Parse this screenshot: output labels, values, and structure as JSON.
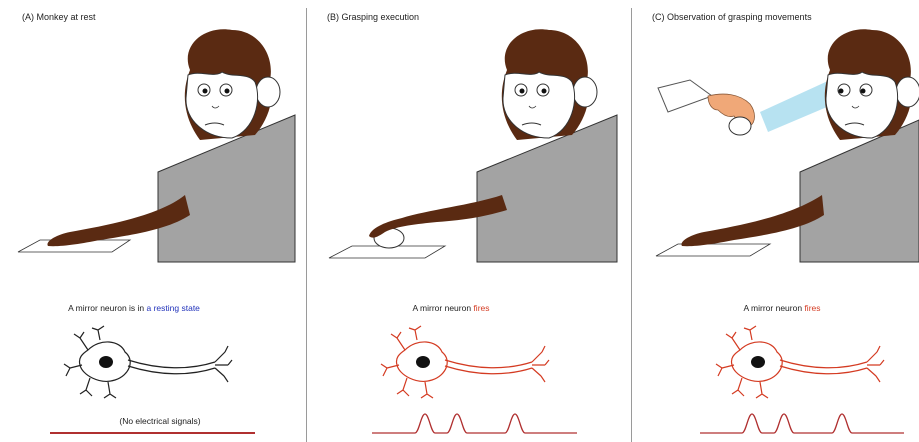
{
  "colors": {
    "fur": "#5a2a12",
    "face": "#ffffff",
    "chair": "#a3a3a3",
    "resting_text": "#2233bb",
    "fires_text": "#d43b22",
    "neuron_rest": "#222222",
    "neuron_fire": "#d43b22",
    "signal_line": "#b03030",
    "hand": "#f0a878",
    "sleeve": "#ffffff",
    "gaze": "#9fd8ec"
  },
  "panels": [
    {
      "title": "(A) Monkey at rest",
      "caption_pre": "A mirror neuron is in ",
      "caption_hl": "a resting state",
      "signal_note": "(No electrical signals)",
      "neuron_state": "rest"
    },
    {
      "title": "(B) Grasping execution",
      "caption_pre": "A mirror neuron ",
      "caption_hl": "fires",
      "signal_note": "",
      "neuron_state": "fire"
    },
    {
      "title": "(C) Observation of grasping movements",
      "caption_pre": "A mirror neuron ",
      "caption_hl": "fires",
      "signal_note": "",
      "neuron_state": "fire"
    }
  ]
}
